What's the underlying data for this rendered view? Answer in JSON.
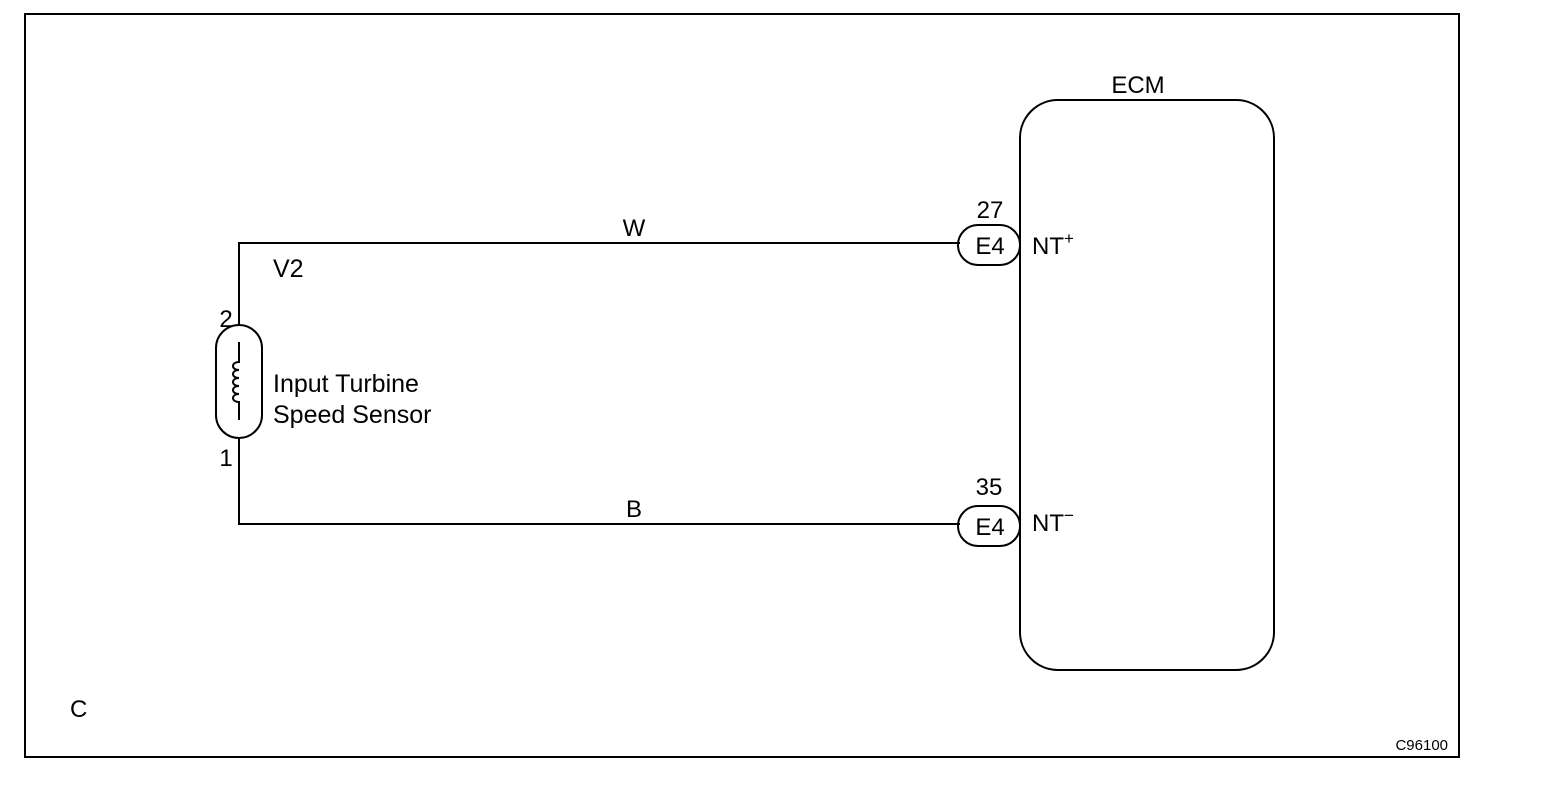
{
  "ecm": {
    "label": "ECM"
  },
  "sensor": {
    "code": "V2",
    "name_line1": "Input Turbine",
    "name_line2": "Speed Sensor",
    "pin_top": "2",
    "pin_bottom": "1"
  },
  "wires": {
    "upper_color": "W",
    "lower_color": "B"
  },
  "connectors": {
    "upper": {
      "pin": "27",
      "code": "E4",
      "terminal": "NT",
      "sign": "+"
    },
    "lower": {
      "pin": "35",
      "code": "E4",
      "terminal": "NT",
      "sign": "−"
    }
  },
  "corner_label": "C",
  "figure_code": "C96100"
}
